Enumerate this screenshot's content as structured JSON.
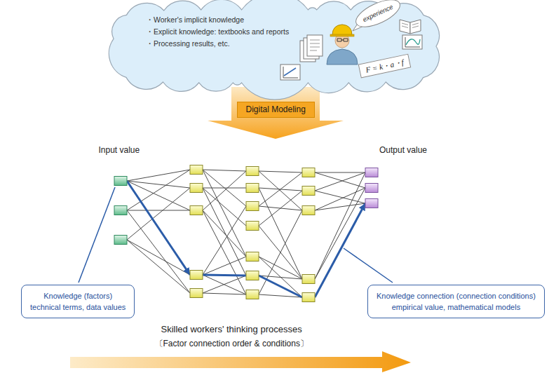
{
  "diagram": {
    "nodes": [
      {
        "text": [
          "・Worker's implicit knowledge",
          "・Explicit knowledge: textbooks and reports",
          "・Processing results, etc."
        ]
      },
      {
        "text": [
          "experience"
        ],
        "in": 0
      },
      {
        "text": [
          "F = k・a・f"
        ],
        "in": 0
      },
      {
        "text": [
          "Digital Modeling"
        ]
      },
      {
        "text": [
          "Knowledge (factors)",
          "technical terms, data values"
        ]
      },
      {
        "text": [
          "Knowledge connection (connection conditions)",
          "empirical value, mathematical models"
        ]
      }
    ],
    "labels": [
      "Input value",
      "Output value",
      "Skilled workers' thinking processes",
      "〔Factor connection order & conditions〕"
    ]
  }
}
